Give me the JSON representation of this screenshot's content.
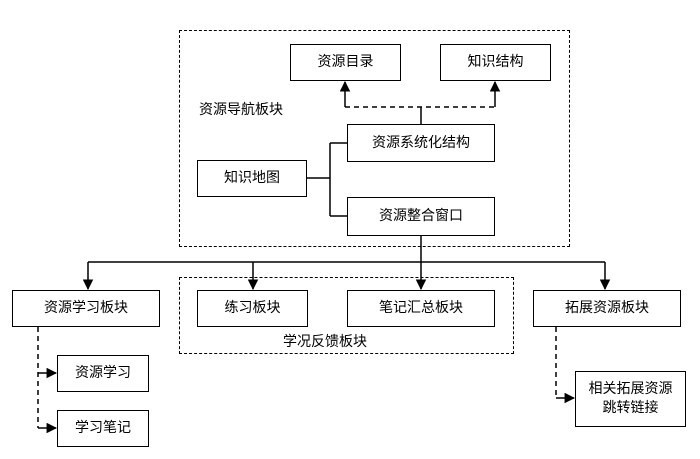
{
  "groups": {
    "nav": {
      "label": "资源导航板块"
    },
    "feedback": {
      "label": "学况反馈板块"
    }
  },
  "nodes": {
    "resource_catalog": "资源目录",
    "knowledge_structure": "知识结构",
    "resource_systematic": "资源系统化结构",
    "knowledge_map": "知识地图",
    "resource_window": "资源整合窗口",
    "resource_learning_block": "资源学习板块",
    "practice_block": "练习板块",
    "notes_summary_block": "笔记汇总板块",
    "extension_block": "拓展资源板块",
    "resource_learning": "资源学习",
    "study_notes": "学习笔记",
    "related_links_line1": "相关拓展资源",
    "related_links_line2": "跳转链接"
  }
}
